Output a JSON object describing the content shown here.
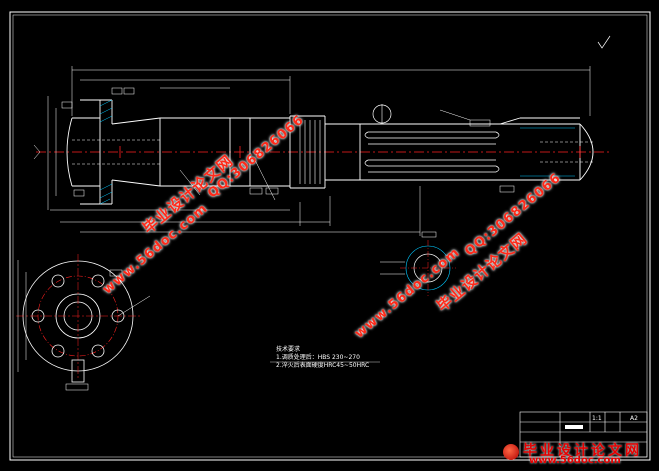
{
  "drawing": {
    "notes_heading": "技术要求",
    "notes": [
      "1.调质处理后：HBS 230~270",
      "2.淬火后表面硬度HRC45~50HRC"
    ],
    "title_block": {
      "scale_label": "1:1",
      "sheet_label": "A2"
    }
  },
  "watermarks": {
    "site_cn": "毕业设计论文网",
    "site_url": "www.56doc.com",
    "qq": "QQ:306826066"
  },
  "brand": {
    "name": "毕业设计论文网",
    "url": "www.56doc.com"
  },
  "colors": {
    "background": "#000000",
    "outline": "#ffffff",
    "centerline": "#ff2020",
    "hatch": "#00c8ff",
    "dimension": "#ffffff",
    "watermark": "#ff2a1a"
  }
}
